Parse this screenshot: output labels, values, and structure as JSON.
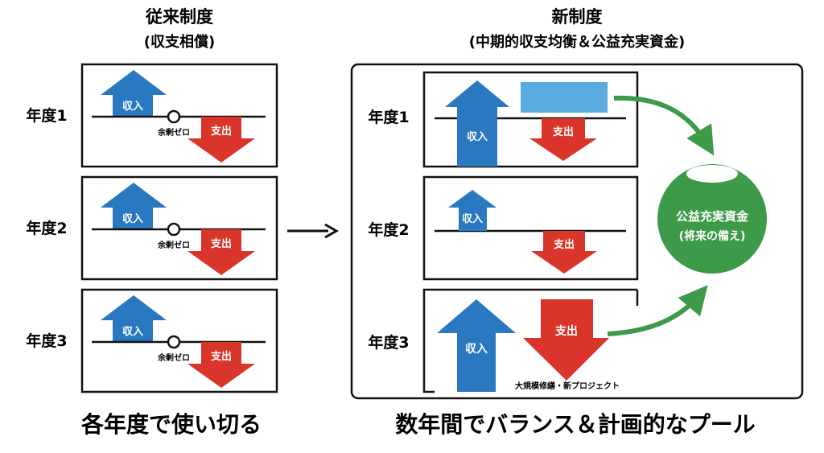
{
  "left": {
    "title": "従来制度",
    "subtitle": "(収支相償)",
    "rows": [
      {
        "label": "年度1",
        "income": "収入",
        "expense": "支出",
        "zero": "余剰ゼロ"
      },
      {
        "label": "年度2",
        "income": "収入",
        "expense": "支出",
        "zero": "余剰ゼロ"
      },
      {
        "label": "年度3",
        "income": "収入",
        "expense": "支出",
        "zero": "余剰ゼロ"
      }
    ],
    "caption": "各年度で使い切る"
  },
  "right": {
    "title": "新制度",
    "subtitle": "(中期的収支均衡＆公益充実資金)",
    "rows": [
      {
        "label": "年度1",
        "income": "収入",
        "expense": "支出"
      },
      {
        "label": "年度2",
        "income": "収入",
        "expense": "支出"
      },
      {
        "label": "年度3",
        "income": "収入",
        "expense": "支出",
        "note": "大規模修繕・新プロジェクト"
      }
    ],
    "fund_title": "公益充実資金",
    "fund_subtitle": "(将来の備え)",
    "caption": "数年間でバランス＆計画的なプール"
  },
  "colors": {
    "income": "#2a78c0",
    "expense": "#d9352b",
    "surplus": "#5aace0",
    "fund": "#3c9a48"
  }
}
